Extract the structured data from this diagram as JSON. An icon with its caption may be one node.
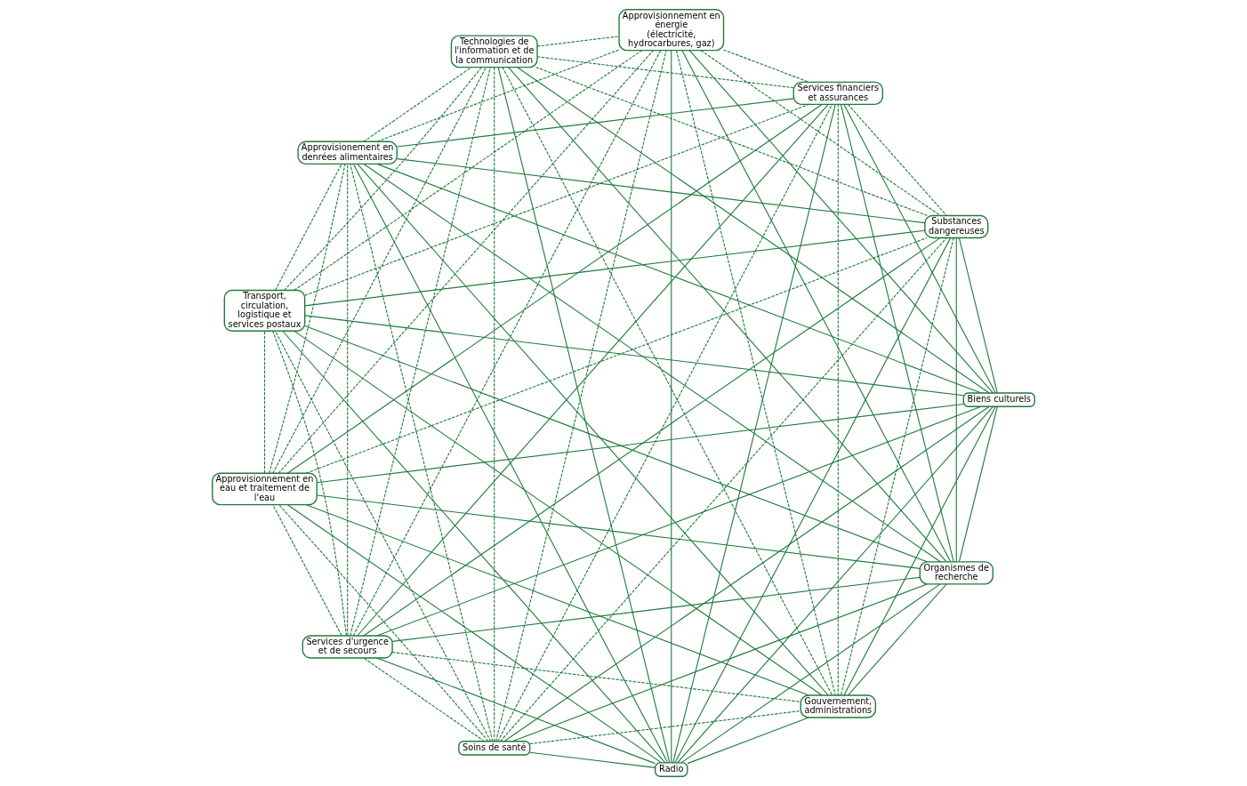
{
  "diagram": {
    "nodes": [
      {
        "text": [
          "Organismes de recherche"
        ]
      },
      {
        "text": [
          "Biens culturels"
        ]
      },
      {
        "text": [
          "Radio"
        ]
      },
      {
        "text": [
          "Soins de santé"
        ]
      },
      {
        "text": [
          "Services d'urgence et de secours"
        ]
      },
      {
        "text": [
          "Approvisionnement en eau et traitement de l'eau"
        ]
      },
      {
        "text": [
          "Transport, circulation, logistique et services postaux"
        ]
      },
      {
        "text": [
          "Approvisionement en denrées alimentaires"
        ]
      },
      {
        "text": [
          "Technologies de l'information et de la communication"
        ]
      },
      {
        "text": [
          "Approvisionnement en énergie (électricité, hydrocarbures, gaz)"
        ]
      },
      {
        "text": [
          "Services financiers et assurances"
        ]
      },
      {
        "text": [
          "Substances dangereuses"
        ]
      },
      {
        "text": [
          "Gouvernement, administrations"
        ]
      }
    ],
    "edges": [
      {
        "from": 0,
        "to": 1,
        "arrow": "none"
      },
      {
        "from": 0,
        "to": 2,
        "arrow": "none"
      },
      {
        "from": 0,
        "to": 3,
        "arrow": "none"
      },
      {
        "from": 0,
        "to": 4,
        "arrow": "none"
      },
      {
        "from": 0,
        "to": 5,
        "arrow": "none"
      },
      {
        "from": 0,
        "to": 6,
        "arrow": "none"
      },
      {
        "from": 0,
        "to": 7,
        "arrow": "none"
      },
      {
        "from": 0,
        "to": 8,
        "arrow": "none"
      },
      {
        "from": 0,
        "to": 9,
        "arrow": "none"
      },
      {
        "from": 0,
        "to": 10,
        "arrow": "none"
      },
      {
        "from": 0,
        "to": 11,
        "arrow": "none"
      },
      {
        "from": 0,
        "to": 12,
        "arrow": "none"
      },
      {
        "from": 1,
        "to": 2,
        "arrow": "none"
      },
      {
        "from": 1,
        "to": 3,
        "arrow": "none"
      },
      {
        "from": 1,
        "to": 4,
        "arrow": "none"
      },
      {
        "from": 1,
        "to": 5,
        "arrow": "none"
      },
      {
        "from": 1,
        "to": 6,
        "arrow": "none"
      },
      {
        "from": 1,
        "to": 7,
        "arrow": "none"
      },
      {
        "from": 1,
        "to": 8,
        "arrow": "none"
      },
      {
        "from": 1,
        "to": 9,
        "arrow": "none"
      },
      {
        "from": 1,
        "to": 10,
        "arrow": "none"
      },
      {
        "from": 1,
        "to": 11,
        "arrow": "none"
      },
      {
        "from": 1,
        "to": 12,
        "arrow": "none"
      },
      {
        "from": 2,
        "to": 3,
        "arrow": "none"
      },
      {
        "from": 2,
        "to": 4,
        "arrow": "none"
      },
      {
        "from": 2,
        "to": 5,
        "arrow": "none"
      },
      {
        "from": 2,
        "to": 6,
        "arrow": "none"
      },
      {
        "from": 2,
        "to": 7,
        "arrow": "none"
      },
      {
        "from": 2,
        "to": 8,
        "arrow": "none"
      },
      {
        "from": 2,
        "to": 9,
        "arrow": "none"
      },
      {
        "from": 2,
        "to": 10,
        "arrow": "none"
      },
      {
        "from": 2,
        "to": 11,
        "arrow": "none"
      },
      {
        "from": 2,
        "to": 12,
        "arrow": "none"
      },
      {
        "from": 3,
        "to": 4,
        "arrow": "none",
        "style": "dashed"
      },
      {
        "from": 3,
        "to": 5,
        "arrow": "none",
        "style": "dashed"
      },
      {
        "from": 3,
        "to": 6,
        "arrow": "none",
        "style": "dashed"
      },
      {
        "from": 3,
        "to": 7,
        "arrow": "none",
        "style": "dashed"
      },
      {
        "from": 3,
        "to": 8,
        "arrow": "none",
        "style": "dashed"
      },
      {
        "from": 3,
        "to": 9,
        "arrow": "none",
        "style": "dashed"
      },
      {
        "from": 3,
        "to": 10,
        "arrow": "none",
        "style": "dashed"
      },
      {
        "from": 3,
        "to": 11,
        "arrow": "none",
        "style": "dashed"
      },
      {
        "from": 3,
        "to": 12,
        "arrow": "none",
        "style": "dashed"
      },
      {
        "from": 4,
        "to": 5,
        "arrow": "none",
        "style": "dashed"
      },
      {
        "from": 4,
        "to": 6,
        "arrow": "none",
        "style": "dashed"
      },
      {
        "from": 4,
        "to": 7,
        "arrow": "none",
        "style": "dashed"
      },
      {
        "from": 4,
        "to": 8,
        "arrow": "none",
        "style": "dashed"
      },
      {
        "from": 4,
        "to": 9,
        "arrow": "none",
        "style": "dashed"
      },
      {
        "from": 4,
        "to": 10,
        "arrow": "none"
      },
      {
        "from": 4,
        "to": 11,
        "arrow": "none"
      },
      {
        "from": 4,
        "to": 12,
        "arrow": "none",
        "style": "dashed"
      },
      {
        "from": 5,
        "to": 6,
        "arrow": "none",
        "style": "dashed"
      },
      {
        "from": 5,
        "to": 7,
        "arrow": "none",
        "style": "dashed"
      },
      {
        "from": 5,
        "to": 8,
        "arrow": "none",
        "style": "dashed"
      },
      {
        "from": 5,
        "to": 9,
        "arrow": "none",
        "style": "dashed"
      },
      {
        "from": 5,
        "to": 10,
        "arrow": "none"
      },
      {
        "from": 5,
        "to": 11,
        "arrow": "none",
        "style": "dashed"
      },
      {
        "from": 5,
        "to": 12,
        "arrow": "none"
      },
      {
        "from": 6,
        "to": 7,
        "arrow": "none",
        "style": "dashed"
      },
      {
        "from": 6,
        "to": 8,
        "arrow": "none",
        "style": "dashed"
      },
      {
        "from": 6,
        "to": 9,
        "arrow": "none",
        "style": "dashed"
      },
      {
        "from": 6,
        "to": 10,
        "arrow": "none",
        "style": "dashed"
      },
      {
        "from": 6,
        "to": 11,
        "arrow": "none"
      },
      {
        "from": 6,
        "to": 12,
        "arrow": "none"
      },
      {
        "from": 7,
        "to": 8,
        "arrow": "none",
        "style": "dashed"
      },
      {
        "from": 7,
        "to": 9,
        "arrow": "none",
        "style": "dashed"
      },
      {
        "from": 7,
        "to": 10,
        "arrow": "none"
      },
      {
        "from": 7,
        "to": 11,
        "arrow": "none"
      },
      {
        "from": 7,
        "to": 12,
        "arrow": "none"
      },
      {
        "from": 8,
        "to": 9,
        "arrow": "none",
        "style": "dashed"
      },
      {
        "from": 8,
        "to": 10,
        "arrow": "none",
        "style": "dashed"
      },
      {
        "from": 8,
        "to": 11,
        "arrow": "none",
        "style": "dashed"
      },
      {
        "from": 8,
        "to": 12,
        "arrow": "none",
        "style": "dashed"
      },
      {
        "from": 9,
        "to": 10,
        "arrow": "none",
        "style": "dashed"
      },
      {
        "from": 9,
        "to": 11,
        "arrow": "none",
        "style": "dashed"
      },
      {
        "from": 9,
        "to": 12,
        "arrow": "none",
        "style": "dashed"
      },
      {
        "from": 10,
        "to": 11,
        "arrow": "none",
        "style": "dashed"
      },
      {
        "from": 10,
        "to": 12,
        "arrow": "none",
        "style": "dashed"
      },
      {
        "from": 11,
        "to": 12,
        "arrow": "none",
        "style": "dashed"
      }
    ]
  }
}
